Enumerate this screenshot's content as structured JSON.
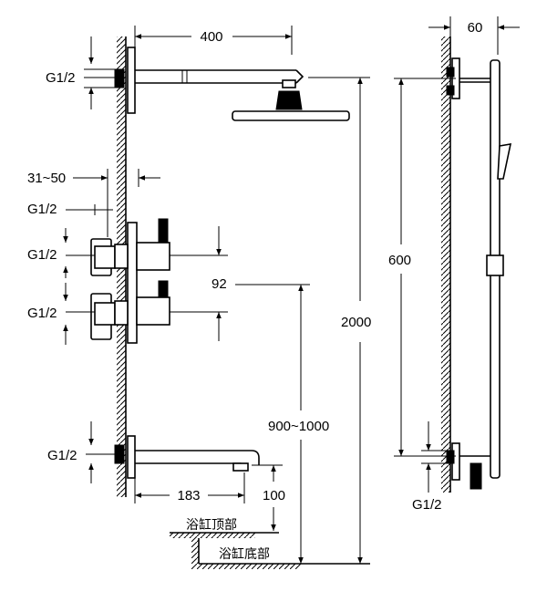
{
  "dimensions": {
    "arm_length": "400",
    "wall_offset": "60",
    "recess_depth": "31~50",
    "valve_spacing": "92",
    "rail_height": "600",
    "total_height": "2000",
    "valve_height": "900~1000",
    "spout_length": "183",
    "spout_height": "100"
  },
  "thread_label": "G1/2",
  "labels": {
    "bathtub_top": "浴缸顶部",
    "bathtub_bottom": "浴缸底部"
  }
}
